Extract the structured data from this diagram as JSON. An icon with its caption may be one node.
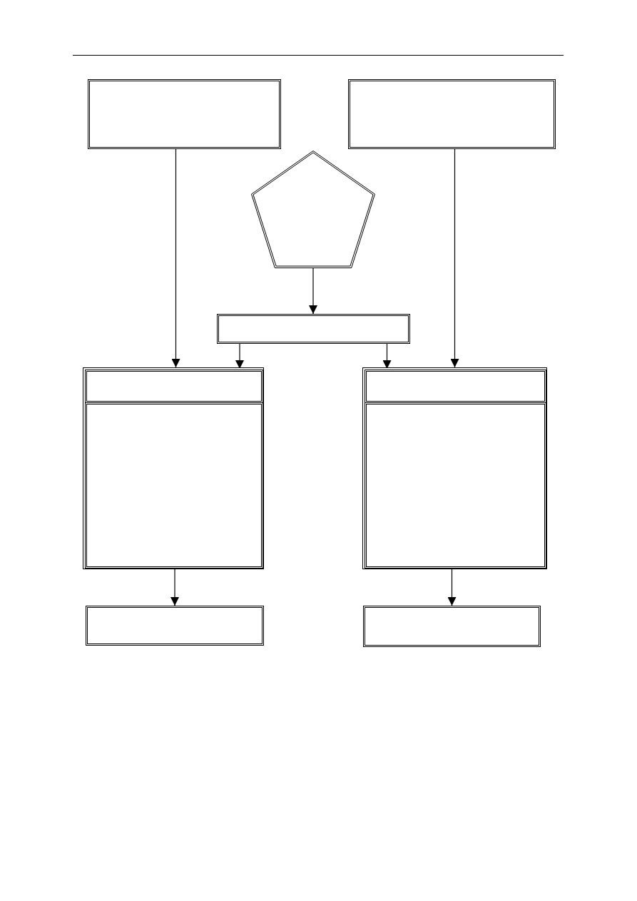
{
  "diagram": {
    "nodes": [
      {
        "text": [],
        "shape": "box"
      },
      {
        "text": [],
        "shape": "box"
      },
      {
        "text": [],
        "shape": "pentagon"
      },
      {
        "text": [],
        "shape": "box"
      },
      {
        "text": [],
        "shape": "box"
      },
      {
        "text": [],
        "shape": "box",
        "in": 4
      },
      {
        "text": [],
        "shape": "box",
        "in": 4
      },
      {
        "text": [],
        "shape": "box"
      },
      {
        "text": [],
        "shape": "box",
        "in": 7
      },
      {
        "text": [],
        "shape": "box",
        "in": 7
      },
      {
        "text": [],
        "shape": "box"
      },
      {
        "text": [],
        "shape": "box"
      }
    ],
    "edges": [
      {
        "from": 0,
        "to": 4,
        "arrow": "to"
      },
      {
        "from": 1,
        "to": 7,
        "arrow": "to"
      },
      {
        "from": 2,
        "to": 3,
        "arrow": "to"
      },
      {
        "from": 3,
        "to": 5,
        "arrow": "to"
      },
      {
        "from": 3,
        "to": 8,
        "arrow": "to"
      },
      {
        "from": 4,
        "to": 10,
        "arrow": "to"
      },
      {
        "from": 7,
        "to": 11,
        "arrow": "to"
      }
    ]
  }
}
